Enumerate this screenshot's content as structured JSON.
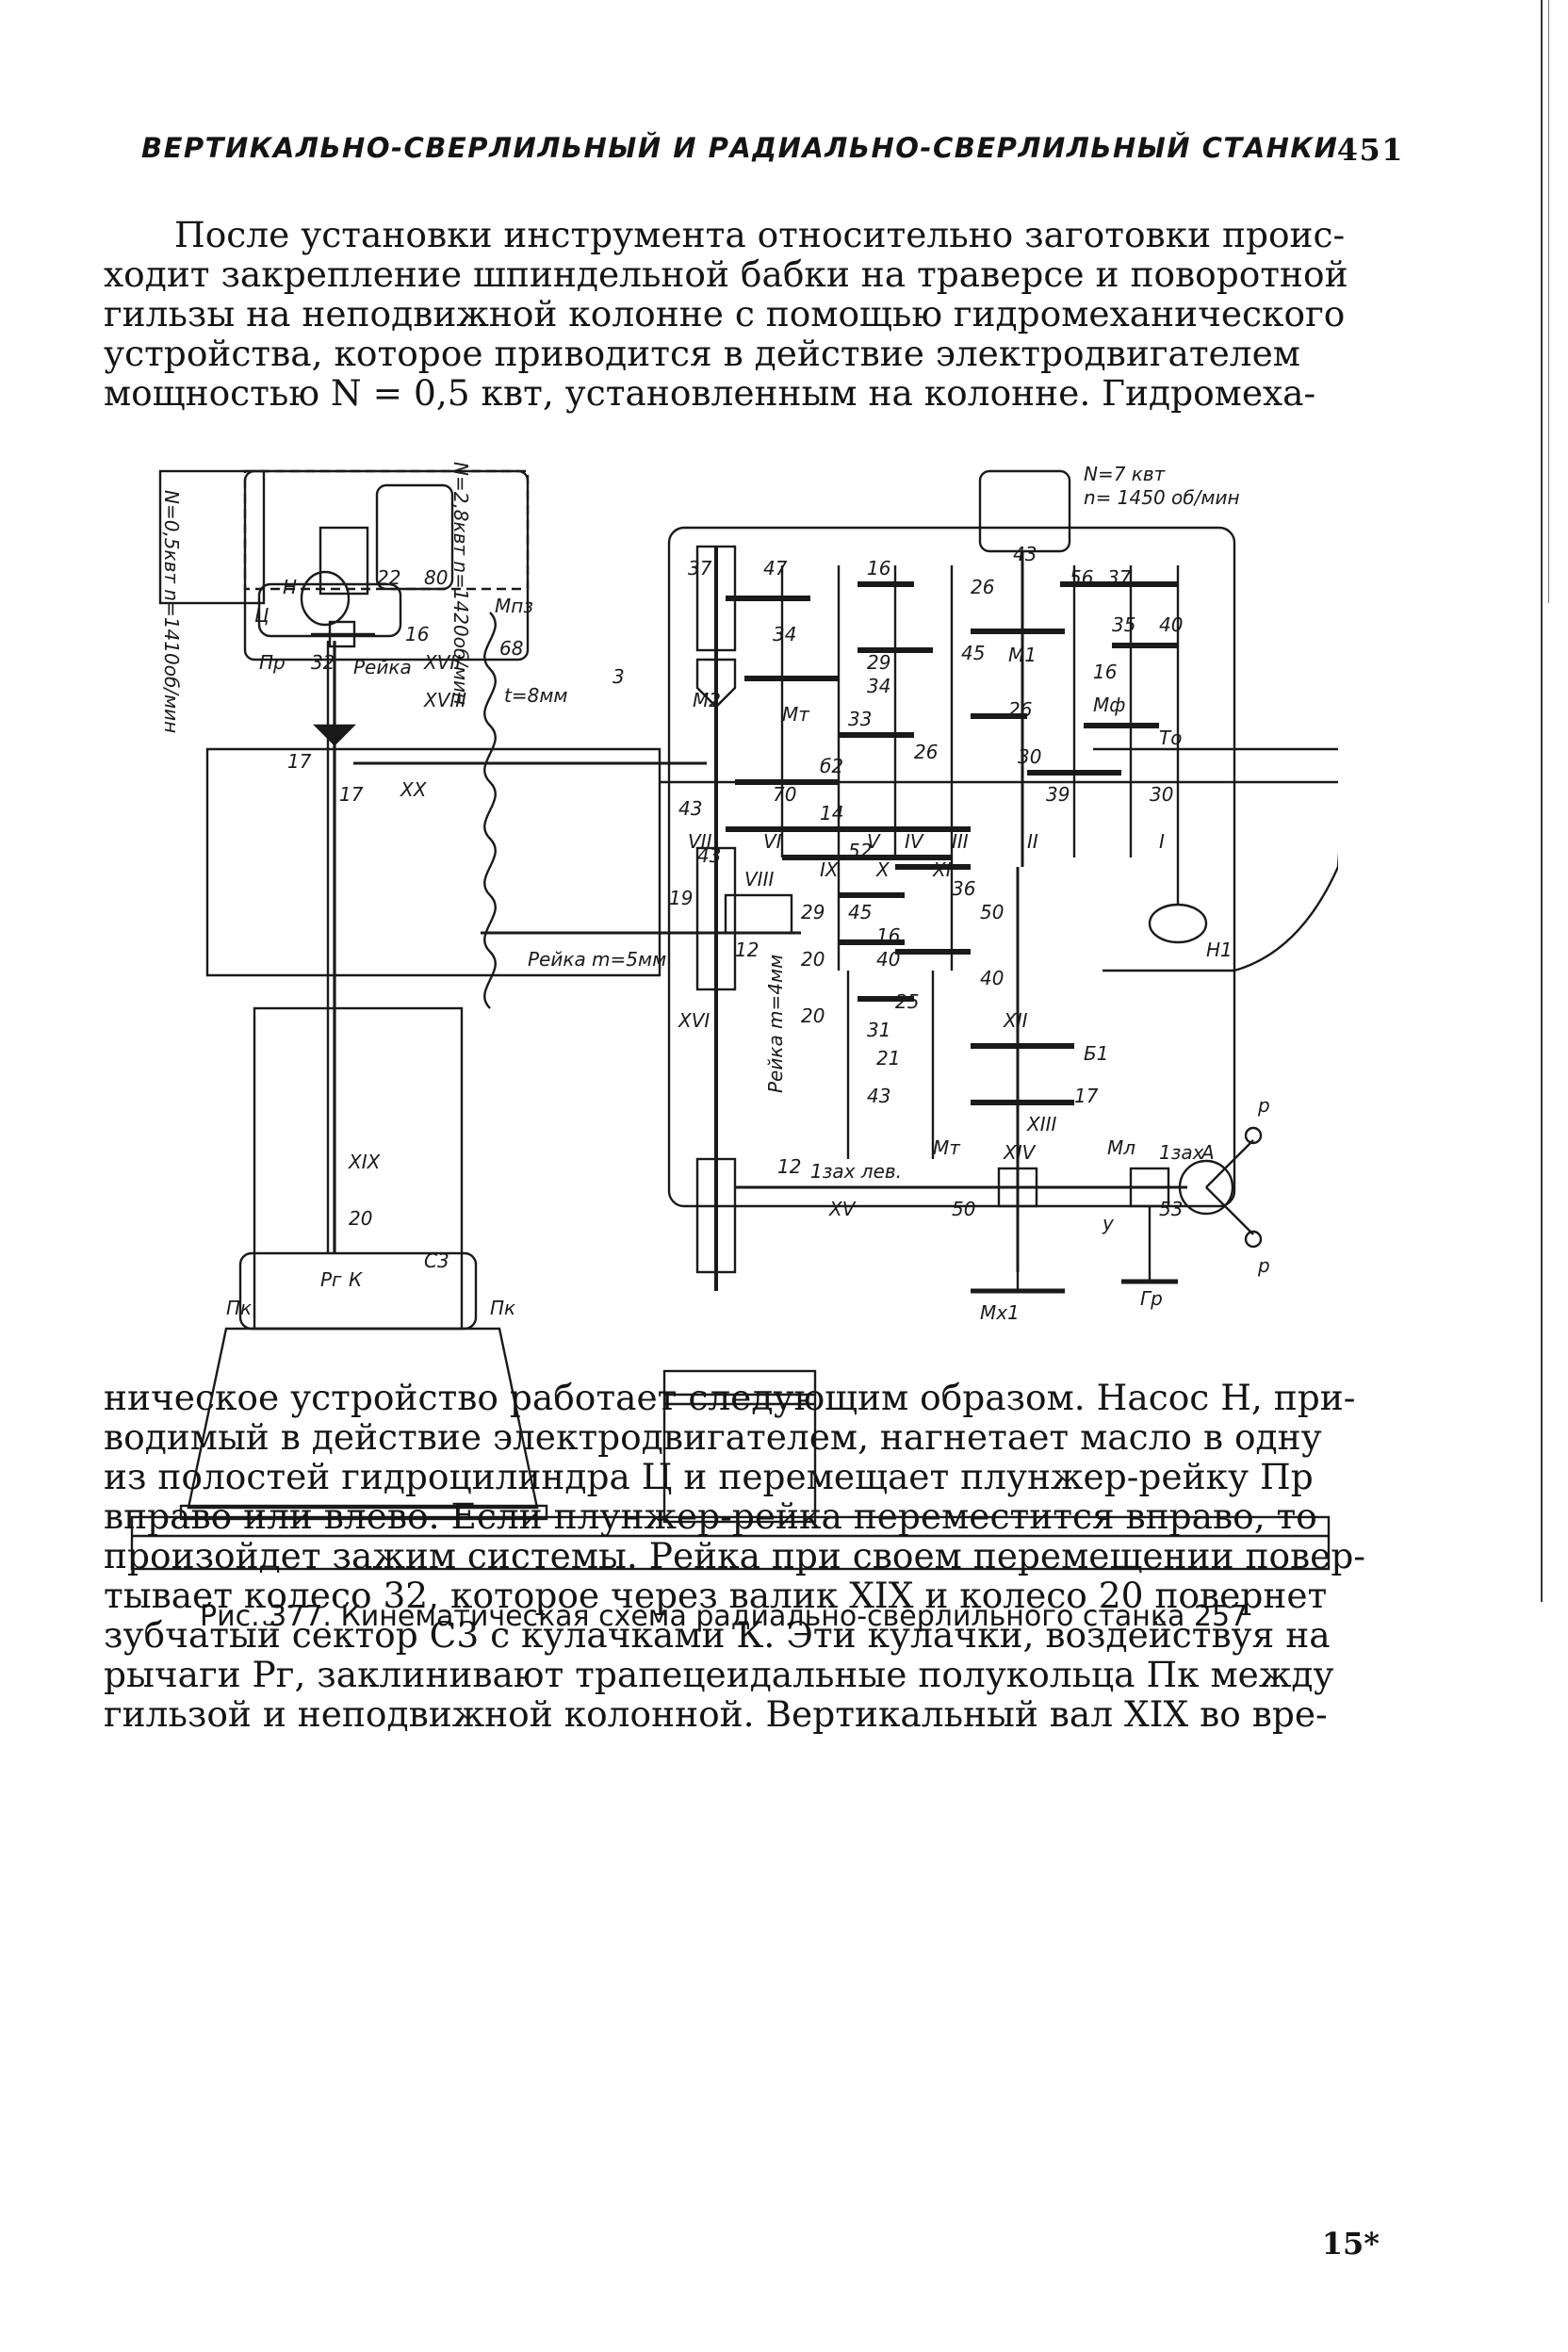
{
  "header": {
    "title": "ВЕРТИКАЛЬНО-СВЕРЛИЛЬНЫЙ И РАДИАЛЬНО-СВЕРЛИЛЬНЫЙ СТАНКИ",
    "page_number": "451"
  },
  "paragraph_top": [
    "После установки инструмента относительно заготовки проис-",
    "ходит закрепление шпиндельной бабки на траверсе и поворотной",
    "гильзы на неподвижной колонне с помощью гидромеханического",
    "устройства, которое приводится в действие электродвигателем",
    "мощностью N = 0,5 квт, установленным на колонне. Гидромеха-"
  ],
  "figure": {
    "labels": {
      "motor_small": "N=0,5квт n=1410об/мин",
      "motor_mid": "N=2,8квт n=1420об/мин",
      "motor_main_n": "N=7 квт",
      "motor_main_rpm": "n= 1450 об/мин",
      "pump": "Н",
      "cyl": "Ц",
      "plunger": "Пр",
      "gear_32": "32",
      "rack": "Рейка",
      "shaft_17": "XVII",
      "shaft_18": "XVIII",
      "pitch": "t=8мм",
      "mark_3": "3",
      "g22": "22",
      "g80": "80",
      "g16": "16",
      "g68": "68",
      "mpz": "Мпз",
      "g17a": "17",
      "g17b": "17",
      "shaft_20": "XX",
      "rack_5": "Рейка m=5мм",
      "g19": "19",
      "g12": "12",
      "shaft_16": "XVI",
      "rack_4": "Рейка m=4мм",
      "shaft_19": "XIX",
      "g20": "20",
      "sector": "С3",
      "lever": "Рг",
      "cam": "К",
      "half_ring_l": "Пк",
      "half_ring_r": "Пк",
      "g37": "37",
      "g47": "47",
      "g16b": "16",
      "m2": "М2",
      "g34": "34",
      "g29": "29",
      "g34b": "34",
      "g33": "33",
      "m_t": "Мт",
      "b2": "б2",
      "g26": "26",
      "g26b": "26",
      "g45": "45",
      "m1": "М1",
      "g16c": "16",
      "m_f": "Мф",
      "g26c": "26",
      "t_o": "То",
      "g30": "30",
      "g39": "39",
      "g43": "43",
      "g56": "56",
      "g37b": "37",
      "g35": "35",
      "g40": "40",
      "g30b": "30",
      "g70": "70",
      "g14": "14",
      "g52": "52",
      "s7": "VII",
      "s6": "VI",
      "s5": "V",
      "s4": "IV",
      "s3": "III",
      "s2": "II",
      "s1": "I",
      "g43b": "43",
      "g43c": "43",
      "s8": "VIII",
      "s9": "IX",
      "s10": "X",
      "s11": "XI",
      "g36": "36",
      "g50": "50",
      "g29b": "29",
      "g45b": "45",
      "g16d": "16",
      "g40b": "40",
      "g40c": "40",
      "g20b": "20",
      "g20c": "20",
      "g25": "25",
      "g31": "31",
      "s12": "XII",
      "b1": "Б1",
      "g21": "21",
      "g43d": "43",
      "g17c": "17",
      "s13": "XIII",
      "m_m": "Мт",
      "s14": "XIV",
      "m_l": "Мл",
      "one_tooth": "1зах",
      "a_mark": "А",
      "p_mark": "р",
      "p_mark2": "р",
      "g12b": "12",
      "one_tooth_left": "1зах лев.",
      "s15": "XV",
      "g50b": "50",
      "g53": "53",
      "u_mark": "у",
      "m_x1": "Мх1",
      "g_p": "Гр",
      "h1": "Н1"
    }
  },
  "caption": "Рис. 377. Кинематическая схема радиально-сверлильного станка 257",
  "paragraph_bottom": [
    "ническое устройство работает следующим образом. Насос Н, при-",
    "водимый в действие электродвигателем, нагнетает масло в одну",
    "из полостей гидроцилиндра Ц и перемещает плунжер-рейку Пр",
    "вправо или влево. Если плунжер-рейка переместится вправо, то",
    "произойдет зажим системы. Рейка при своем перемещении повер-",
    "тывает колесо 32, которое через валик XIX и колесо 20 повернет",
    "зубчатый сектор С3 с кулачками К. Эти кулачки, воздействуя на",
    "рычаги Рг, заклинивают трапецеидальные полукольца Пк между",
    "гильзой и неподвижной колонной. Вертикальный вал XIX во вре-"
  ],
  "footer": "15*"
}
